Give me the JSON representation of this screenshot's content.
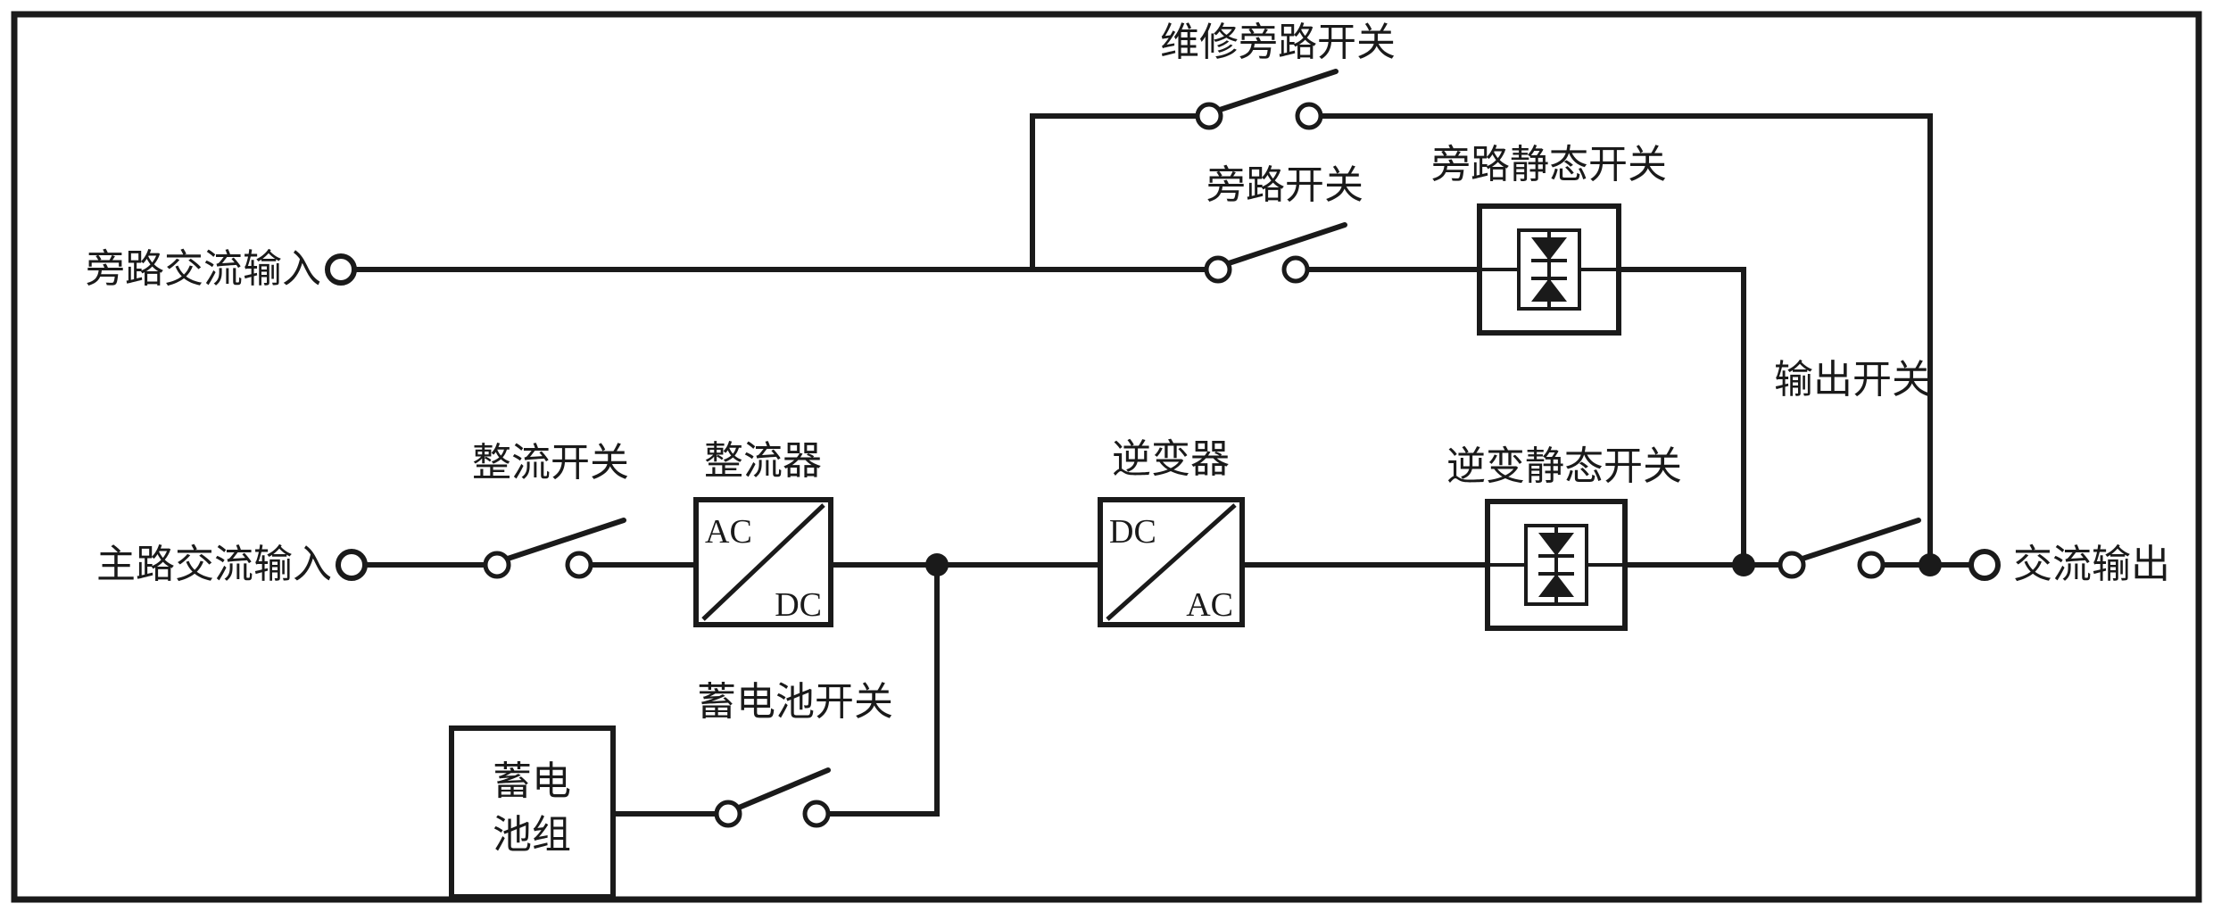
{
  "colors": {
    "line": "#1a1a1a",
    "background": "#ffffff"
  },
  "labels": {
    "maintenance_bypass_switch": "维修旁路开关",
    "bypass_switch": "旁路开关",
    "bypass_static_switch": "旁路静态开关",
    "bypass_ac_input": "旁路交流输入",
    "output_switch": "输出开关",
    "rectifier_switch": "整流开关",
    "rectifier": "整流器",
    "inverter": "逆变器",
    "inverter_static_switch": "逆变静态开关",
    "main_ac_input": "主路交流输入",
    "ac_output": "交流输出",
    "battery_switch": "蓄电池开关",
    "battery_pack": "蓄电池组",
    "battery_pack_lines": [
      "蓄电",
      "池组"
    ]
  },
  "converter_boxes": {
    "rectifier": {
      "top_left": "AC",
      "bottom_right": "DC"
    },
    "inverter": {
      "top_left": "DC",
      "bottom_right": "AC"
    }
  }
}
